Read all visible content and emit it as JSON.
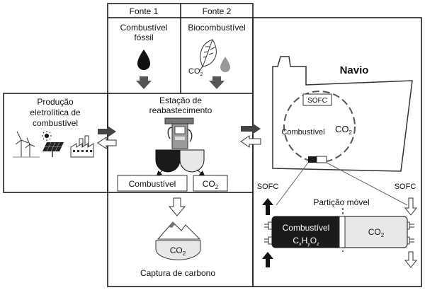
{
  "source1": {
    "header": "Fonte 1",
    "line1": "Combustível",
    "line2": "fóssil"
  },
  "source2": {
    "header": "Fonte 2",
    "label": "Biocombustível",
    "co2": "CO",
    "co2_sub": "2"
  },
  "production": {
    "line1": "Produção",
    "line2": "eletrolítica de",
    "line3": "combustível"
  },
  "station": {
    "line1": "Estação de",
    "line2": "reabastecimento",
    "fuel_box": "Combustível",
    "co2_box": "CO",
    "co2_sub": "2"
  },
  "capture": {
    "co2": "CO",
    "co2_sub": "2",
    "label": "Captura de carbono"
  },
  "ship": {
    "title": "Navio",
    "sofc_box": "SOFC",
    "fuel_label": "Combustível",
    "co2": "CO",
    "co2_sub": "2"
  },
  "detail": {
    "sofc_left": "SOFC",
    "sofc_right": "SOFC",
    "partition": "Partição móvel",
    "fuel_label": "Combustível",
    "formula": {
      "c": "C",
      "x": "x",
      "h": "H",
      "y": "y",
      "o": "O",
      "z": "z"
    },
    "co2": "CO",
    "co2_sub": "2"
  },
  "colors": {
    "line": "#111111",
    "arrow_gray": "#555555",
    "light_gray": "#e8e8e8",
    "dark_fill": "#1a1a1a"
  }
}
